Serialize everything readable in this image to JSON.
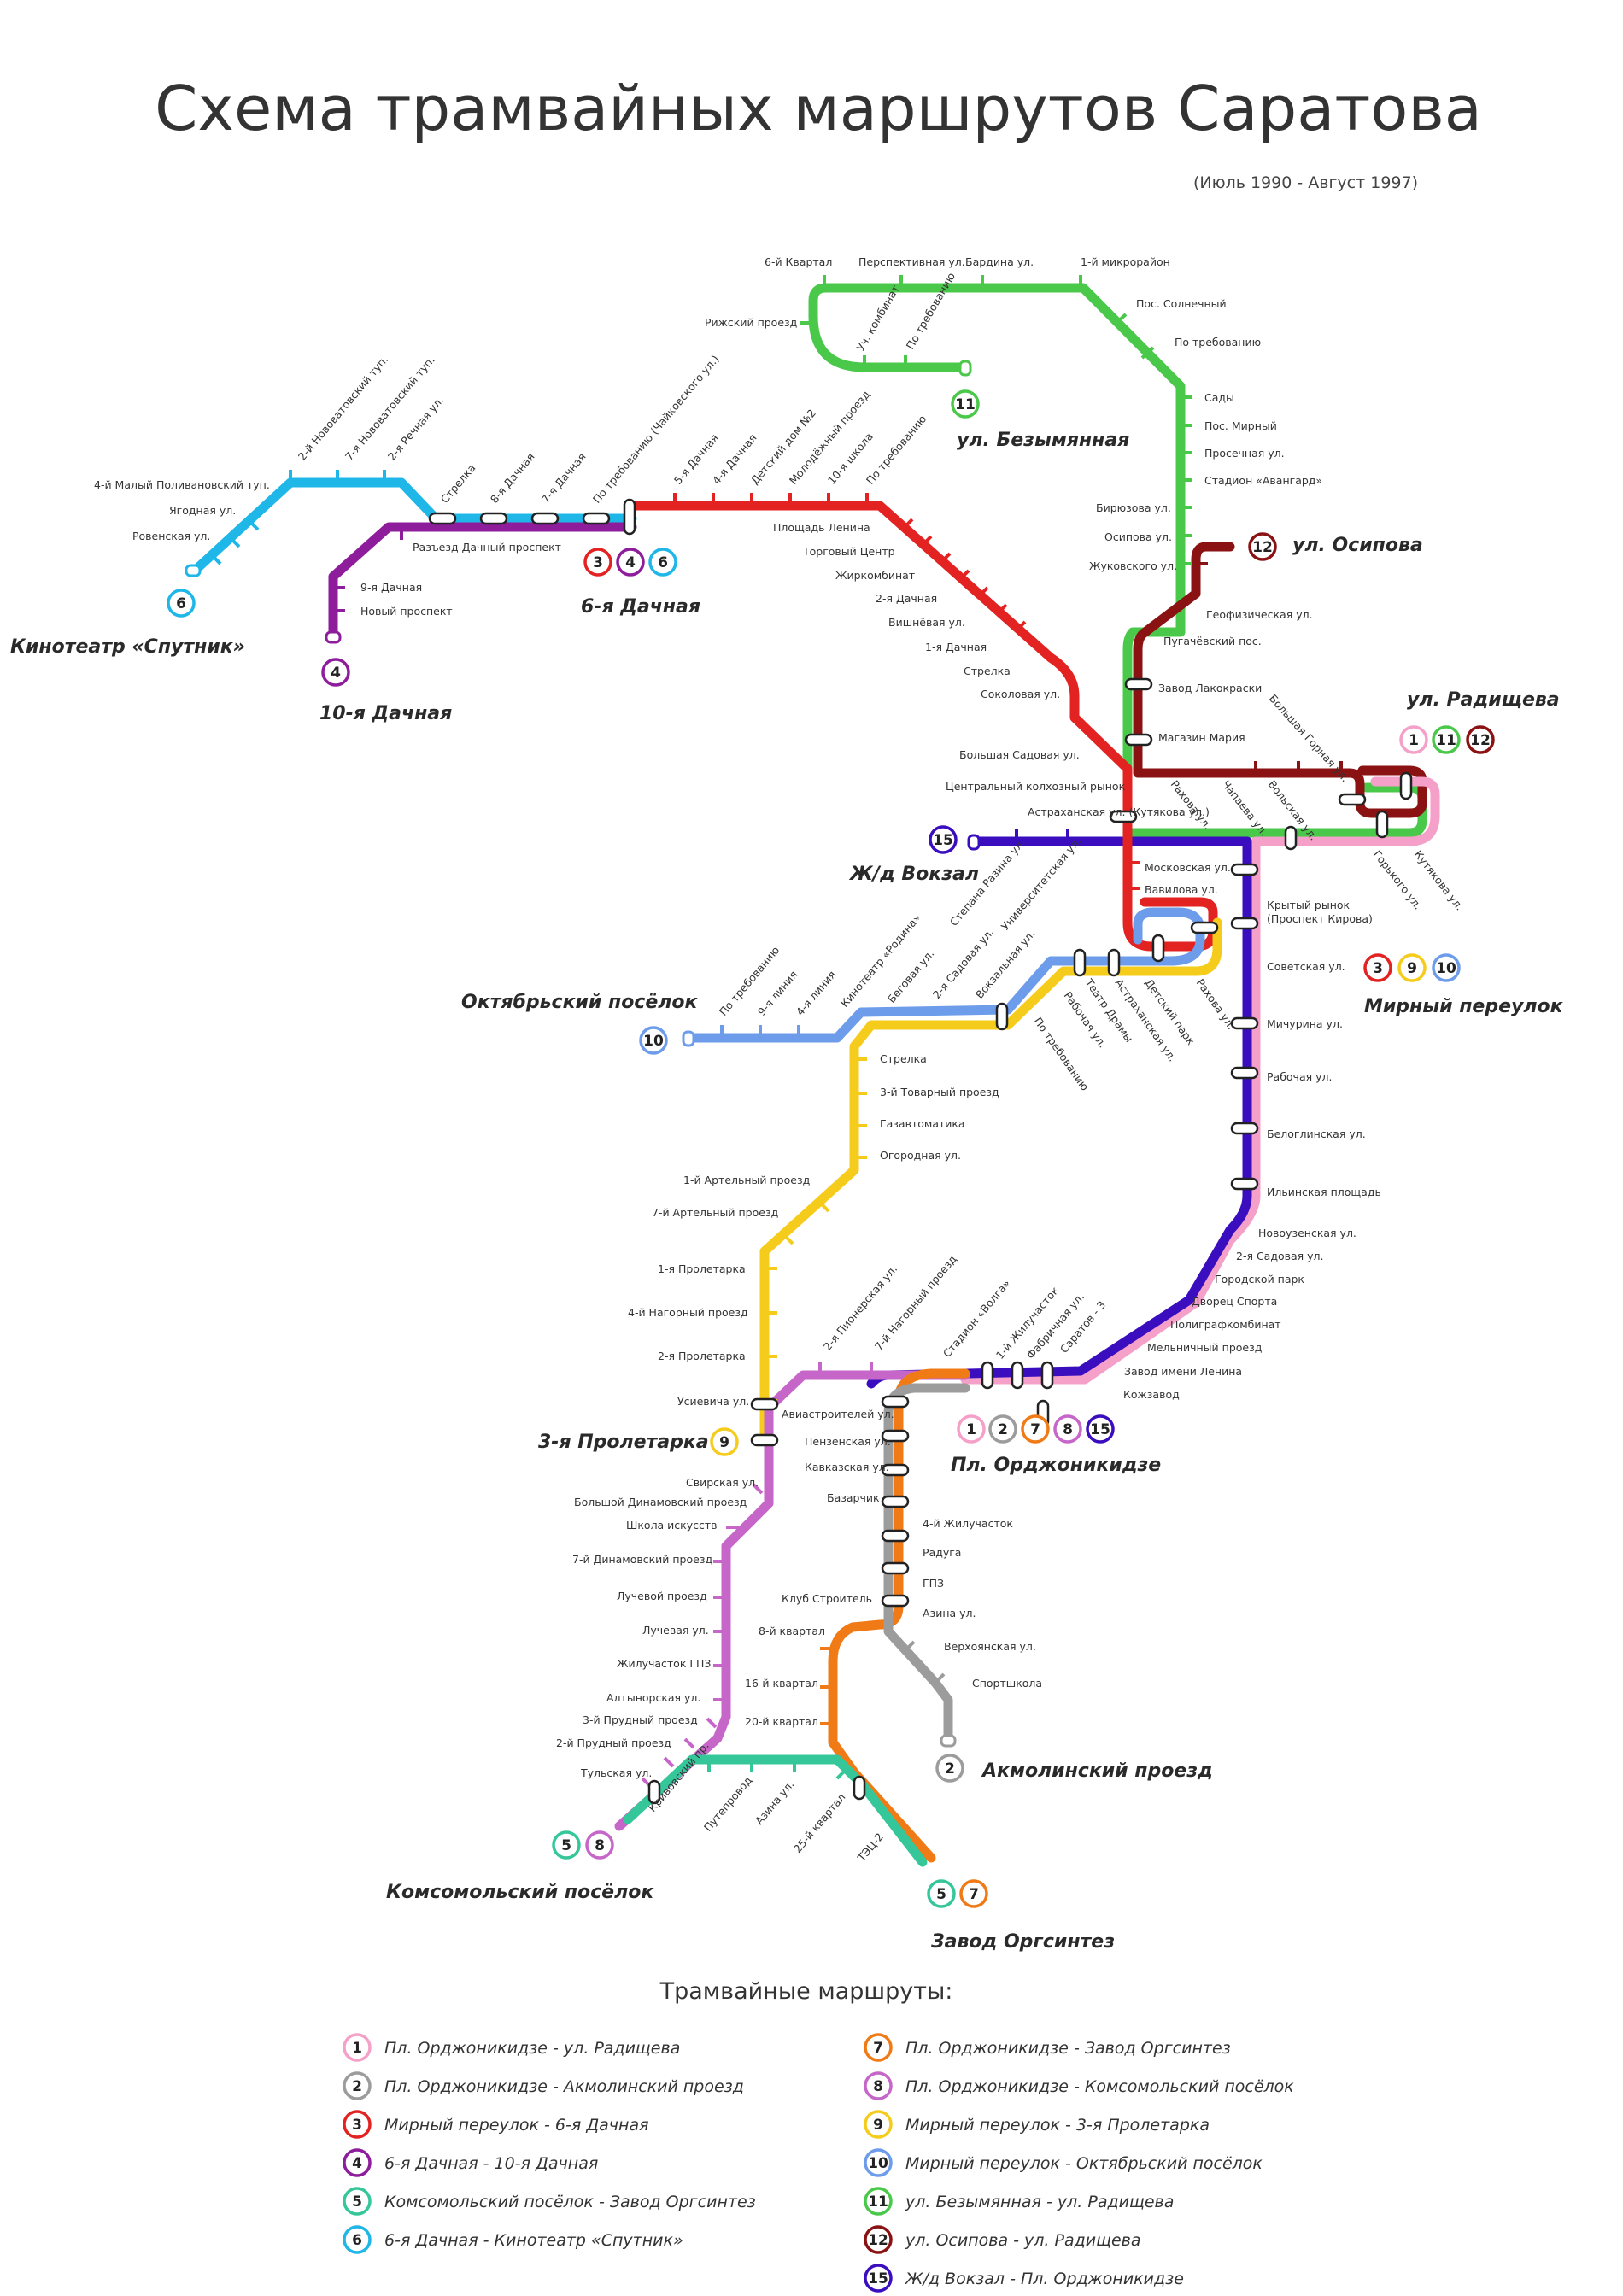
{
  "header": {
    "title": "Схема трамвайных маршрутов Саратова",
    "subtitle": "(Июль 1990 - Август 1997)"
  },
  "colors": {
    "1": "#f4a0c8",
    "2": "#9c9c9c",
    "3": "#e32222",
    "4": "#8e1d9c",
    "5": "#35c79a",
    "6": "#1fb6e8",
    "7": "#f07a16",
    "8": "#c666c8",
    "9": "#f6cc1c",
    "10": "#6c9cea",
    "11": "#49c84a",
    "12": "#8a1212",
    "15": "#3a0dbe"
  },
  "terminals": {
    "bezymyannaya": "ул. Безымянная",
    "osipova": "ул. Осипова",
    "radishcheva": "ул. Радищева",
    "sputnik": "Кинотеатр «Спутник»",
    "dachnaya10": "10-я Дачная",
    "dachnaya6": "6-я Дачная",
    "vokzal": "Ж/д Вокзал",
    "mirny": "Мирный переулок",
    "oktyabrsky": "Октябрьский посёлок",
    "proletarka3": "3-я Пролетарка",
    "ordzhonikidze": "Пл. Орджоникидзе",
    "akmolinsky": "Акмолинский проезд",
    "komsomolsky": "Комсомольский посёлок",
    "orgsintez": "Завод Оргсинтез"
  },
  "stops": {
    "s1": "6-й Квартал",
    "s2": "Перспективная ул.",
    "s3": "Бардина ул.",
    "s4": "1-й микрорайон",
    "s5": "Рижский проезд",
    "s6": "Уч. комбинат",
    "s7": "По требованию",
    "s8": "Пос. Солнечный",
    "s9": "По требованию",
    "s10": "Сады",
    "s11": "Пос. Мирный",
    "s12": "Просечная ул.",
    "s13": "Стадион «Авангард»",
    "s14": "Бирюзова ул.",
    "s15": "Осипова ул.",
    "s16": "Жуковского ул.",
    "s17": "Геофизическая ул.",
    "s18": "Пугачёвский пос.",
    "s19": "Завод Лакокраски",
    "s20": "Магазин Мария",
    "s21": "Большая Горная ул.",
    "s22": "Рахова ул.",
    "s23": "Чапаева ул.",
    "s24": "Вольская ул.",
    "s25": "Горького ул.",
    "s26": "Кутякова ул.",
    "s27": "4-й Малый Поливановский туп.",
    "s28": "2-й Нововатовский туп.",
    "s29": "7-я Нововатовский туп.",
    "s30": "2-я Речная ул.",
    "s31": "Ягодная ул.",
    "s32": "Ровенская ул.",
    "s33": "Стрелка",
    "s34": "8-я Дачная",
    "s35": "7-я Дачная",
    "s36": "По требованию (Чайковского ул.)",
    "s37": "5-я Дачная",
    "s38": "4-я Дачная",
    "s39": "Детский дом №2",
    "s40": "Молодёжный проезд",
    "s41": "10-я школа",
    "s42": "По требованию",
    "s43": "Разъезд Дачный проспект",
    "s44": "9-я Дачная",
    "s45": "Новый проспект",
    "s46": "Площадь Ленина",
    "s47": "Торговый Центр",
    "s48": "Жиркомбинат",
    "s49": "2-я Дачная",
    "s50": "Вишнёвая ул.",
    "s51": "1-я Дачная",
    "s52": "Стрелка",
    "s53": "Соколовая ул.",
    "s54": "Большая Садовая ул.",
    "s55": "Центральный колхозный рынок",
    "s56": "Астраханская ул. (Кутякова ул.)",
    "s57": "Московская ул.",
    "s58": "Вавилова ул.",
    "s59": "Крытый рынок",
    "s60": "(Проспект Кирова)",
    "s61": "Советская ул.",
    "s62": "Мичурина ул.",
    "s63": "Рабочая ул.",
    "s64": "Белоглинская ул.",
    "s65": "Ильинская площадь",
    "s66": "Новоузенская ул.",
    "s67": "2-я Садовая ул.",
    "s68": "Городской парк",
    "s69": "Дворец Спорта",
    "s70": "Полиграфкомбинат",
    "s71": "Мельничный проезд",
    "s72": "Завод имени Ленина",
    "s73": "Кожзавод",
    "s74": "По требованию",
    "s75": "9-я линия",
    "s76": "4-я линия",
    "s77": "Кинотеатр «Родина»",
    "s78": "Беговая ул.",
    "s79": "2-я Садовая ул.",
    "s80": "Вокзальная ул.",
    "s81": "Степана Разина ул.",
    "s82": "Университетская ул.",
    "s83": "Театр Драмы",
    "s84": "Рабочая ул.",
    "s85": "Астраханская ул.",
    "s86": "Детский парк",
    "s87": "Рахова ул.",
    "s88": "По требованию",
    "s89": "Стрелка",
    "s90": "3-й Товарный проезд",
    "s91": "Газавтоматика",
    "s92": "Огородная ул.",
    "s93": "1-й Артельный проезд",
    "s94": "7-й Артельный проезд",
    "s95": "1-я Пролетарка",
    "s96": "4-й Нагорный проезд",
    "s97": "2-я Пролетарка",
    "s98": "Усиевича ул.",
    "s99": "2-я Пионерская ул.",
    "s100": "7-й Нагорный проезд",
    "s101": "Стадион «Волга»",
    "s102": "1-й Жилучасток",
    "s103": "Фабричная ул.",
    "s104": "Саратов - 3",
    "s105": "Авиастроителей ул.",
    "s106": "Пензенская ул.",
    "s107": "Кавказская ул.",
    "s108": "Базарчик",
    "s109": "4-й Жилучасток",
    "s110": "Радуга",
    "s111": "ГПЗ",
    "s112": "Азина ул.",
    "s113": "Верхоянская ул.",
    "s114": "Спортшкола",
    "s115": "Клуб Строитель",
    "s116": "8-й квартал",
    "s117": "16-й квартал",
    "s118": "20-й квартал",
    "s119": "Свирская ул.",
    "s120": "Большой Динамовский проезд",
    "s121": "Школа искусств",
    "s122": "7-й Динамовский проезд",
    "s123": "Лучевой проезд",
    "s124": "Лучевая ул.",
    "s125": "Жилучасток ГПЗ",
    "s126": "Алтынорская ул.",
    "s127": "3-й Прудный проезд",
    "s128": "2-й Прудный проезд",
    "s129": "Тульская ул.",
    "s130": "Кривовский пр.",
    "s131": "Путепровод",
    "s132": "Азина ул.",
    "s133": "25-й квартал",
    "s134": "ТЭЦ-2"
  },
  "legend": {
    "heading": "Трамвайные маршруты:",
    "routes": [
      {
        "num": "1",
        "text": "Пл. Орджоникидзе - ул. Радищева"
      },
      {
        "num": "2",
        "text": "Пл. Орджоникидзе - Акмолинский проезд"
      },
      {
        "num": "3",
        "text": "Мирный переулок - 6-я Дачная"
      },
      {
        "num": "4",
        "text": "6-я Дачная - 10-я Дачная"
      },
      {
        "num": "5",
        "text": "Комсомольский посёлок - Завод Оргсинтез"
      },
      {
        "num": "6",
        "text": "6-я Дачная - Кинотеатр «Спутник»"
      },
      {
        "num": "7",
        "text": "Пл. Орджоникидзе - Завод Оргсинтез"
      },
      {
        "num": "8",
        "text": "Пл. Орджоникидзе - Комсомольский посёлок"
      },
      {
        "num": "9",
        "text": "Мирный переулок - 3-я Пролетарка"
      },
      {
        "num": "10",
        "text": "Мирный переулок - Октябрьский посёлок"
      },
      {
        "num": "11",
        "text": "ул. Безымянная - ул. Радищева"
      },
      {
        "num": "12",
        "text": "ул. Осипова - ул. Радищева"
      },
      {
        "num": "15",
        "text": "Ж/д Вокзал - Пл. Орджоникидзе"
      }
    ]
  },
  "badges": {
    "n1": "1",
    "n2": "2",
    "n3": "3",
    "n4": "4",
    "n5": "5",
    "n6": "6",
    "n7": "7",
    "n8": "8",
    "n9": "9",
    "n10": "10",
    "n11": "11",
    "n12": "12",
    "n15": "15"
  }
}
